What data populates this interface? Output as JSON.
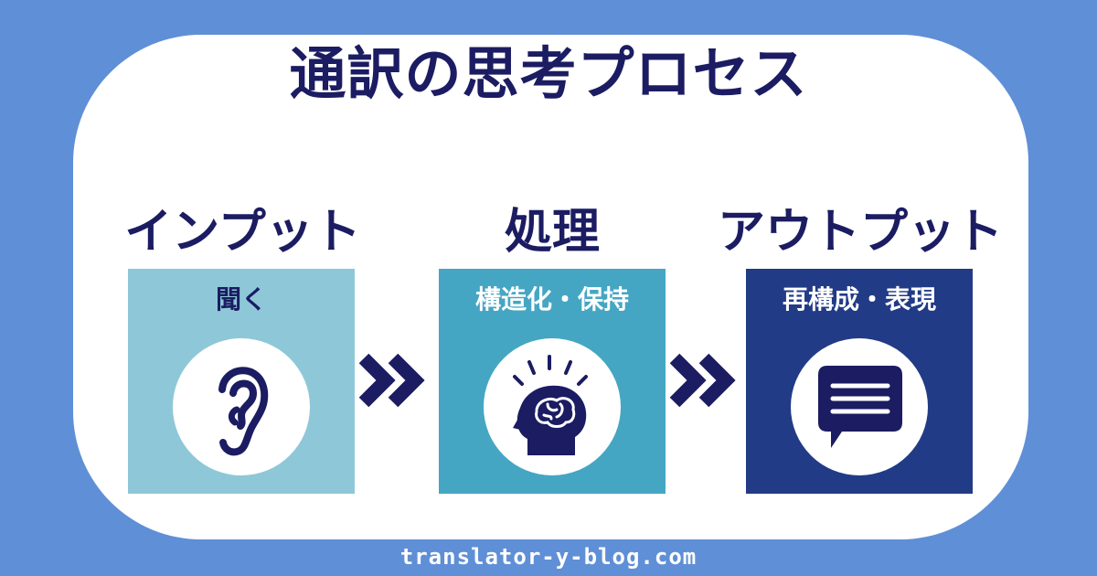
{
  "title": "通訳の思考プロセス",
  "steps": [
    {
      "heading": "インプット",
      "label": "聞く",
      "icon": "ear-icon",
      "box_color": "#8ec8d8",
      "label_color": "#1b1c62"
    },
    {
      "heading": "処理",
      "label": "構造化・保持",
      "icon": "brain-head-icon",
      "box_color": "#45a6c3",
      "label_color": "#ffffff"
    },
    {
      "heading": "アウトプット",
      "label": "再構成・表現",
      "icon": "speech-bubble-icon",
      "box_color": "#223b87",
      "label_color": "#ffffff"
    }
  ],
  "arrow_icon": "double-chevron-right-icon",
  "footer": "translator-y-blog.com",
  "colors": {
    "background": "#5f8fd6",
    "card": "#ffffff",
    "text_dark": "#1b1c62"
  }
}
